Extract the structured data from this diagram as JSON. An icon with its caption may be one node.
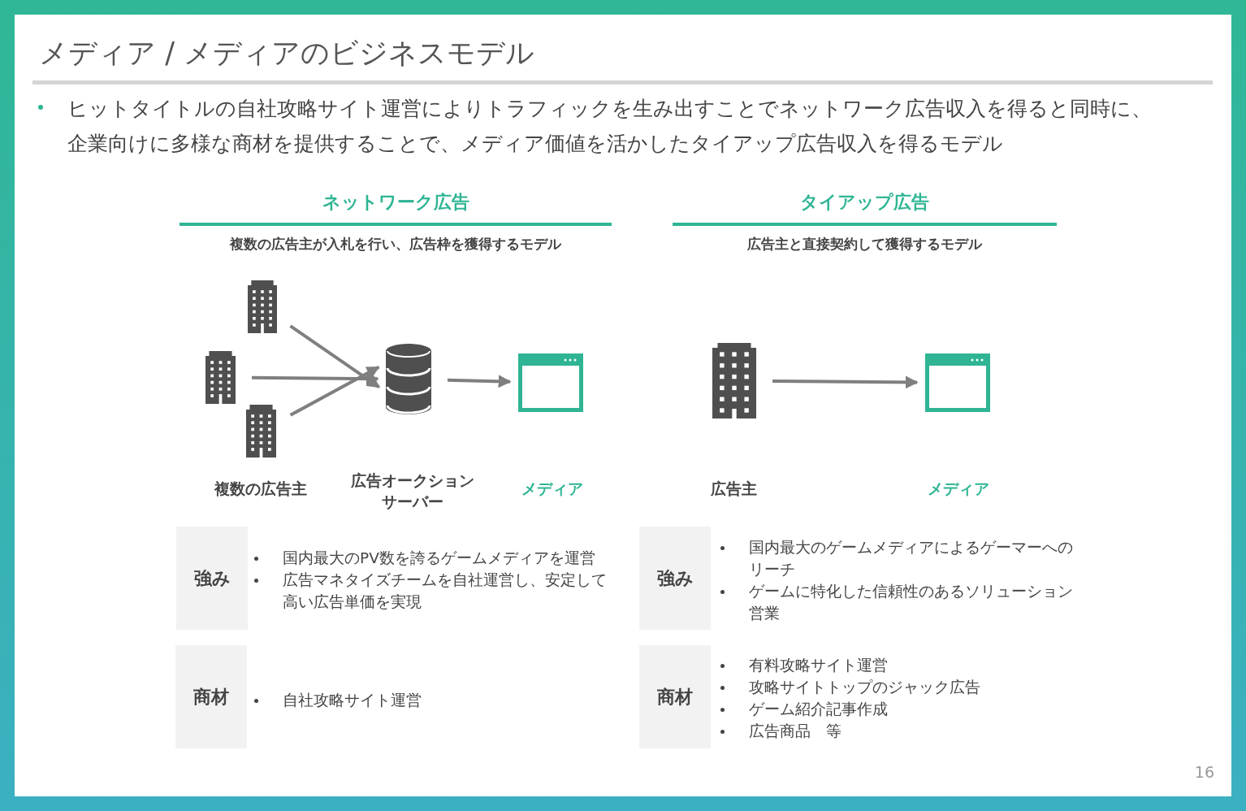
{
  "diagram": {
    "title": "メディア / メディアのビジネスモデル",
    "nodes": [
      {
        "text": [],
        "shape": "building"
      },
      {
        "text": [],
        "shape": "building"
      },
      {
        "text": [],
        "shape": "building"
      },
      {
        "text": [],
        "shape": "cylinder"
      },
      {
        "text": [],
        "shape": "window"
      },
      {
        "text": [],
        "shape": "building"
      },
      {
        "text": [],
        "shape": "window"
      },
      {
        "text": [
          "強み"
        ]
      },
      {
        "text": [
          "商材"
        ]
      },
      {
        "text": [
          "強み"
        ]
      },
      {
        "text": [
          "商材"
        ]
      }
    ],
    "edges": [
      {
        "from": 0,
        "to": 3,
        "arrow": "to"
      },
      {
        "from": 1,
        "to": 3,
        "arrow": "to"
      },
      {
        "from": 2,
        "to": 3,
        "arrow": "to"
      },
      {
        "from": 3,
        "to": 4,
        "arrow": "to"
      },
      {
        "from": 5,
        "to": 6,
        "arrow": "to"
      }
    ],
    "labels": [
      "ヒットタイトルの自社攻略サイト運営によりトラフィックを生み出すことでネットワーク広告収入を得ると同時に、企業向けに多様な商材を提供することで、メディア価値を活かしたタイアップ広告収入を得るモデル",
      "ネットワーク広告",
      "タイアップ広告",
      "複数の広告主が入札を行い、広告枠を獲得するモデル",
      "広告主と直接契約して獲得するモデル",
      "複数の広告主",
      "広告オークションサーバー",
      "メディア",
      "広告主",
      "メディア",
      "国内最大のPV数を誇るゲームメディアを運営",
      "広告マネタイズチームを自社運営し、安定して高い広告単価を実現",
      "国内最大のゲームメディアによるゲーマーへのリーチ",
      "ゲームに特化した信頼性のあるソリューション営業",
      "自社攻略サイト運営",
      "有料攻略サイト運営",
      "攻略サイトトップのジャック広告",
      "ゲーム紹介記事作成",
      "広告商品　等",
      "16"
    ]
  }
}
